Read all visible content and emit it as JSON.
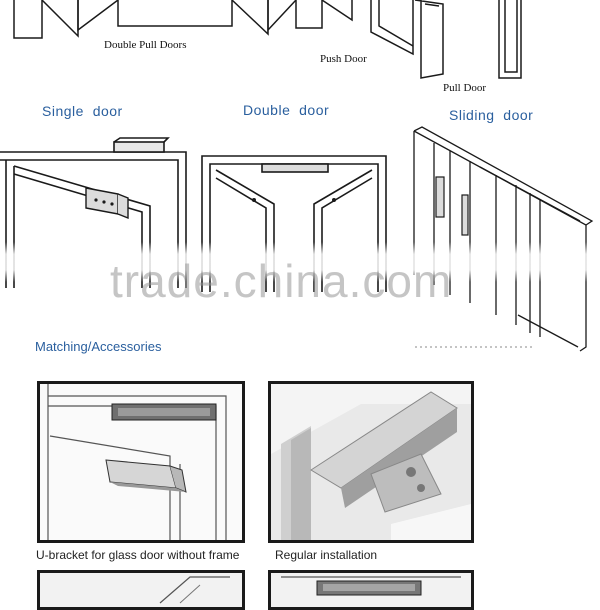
{
  "top": {
    "double_pull": "Double Pull Doors",
    "push": "Push Door",
    "pull": "Pull Door"
  },
  "types": {
    "single": "Single  door",
    "double": "Double  door",
    "sliding": "Sliding  door"
  },
  "watermark": "trade.china.com",
  "section": "Matching/Accessories",
  "captions": {
    "ubracket": "U-bracket for glass door without frame",
    "regular": "Regular installation"
  },
  "colors": {
    "accent": "#2a5f9e",
    "line": "#1a1a1a",
    "watermark": "#969696"
  }
}
